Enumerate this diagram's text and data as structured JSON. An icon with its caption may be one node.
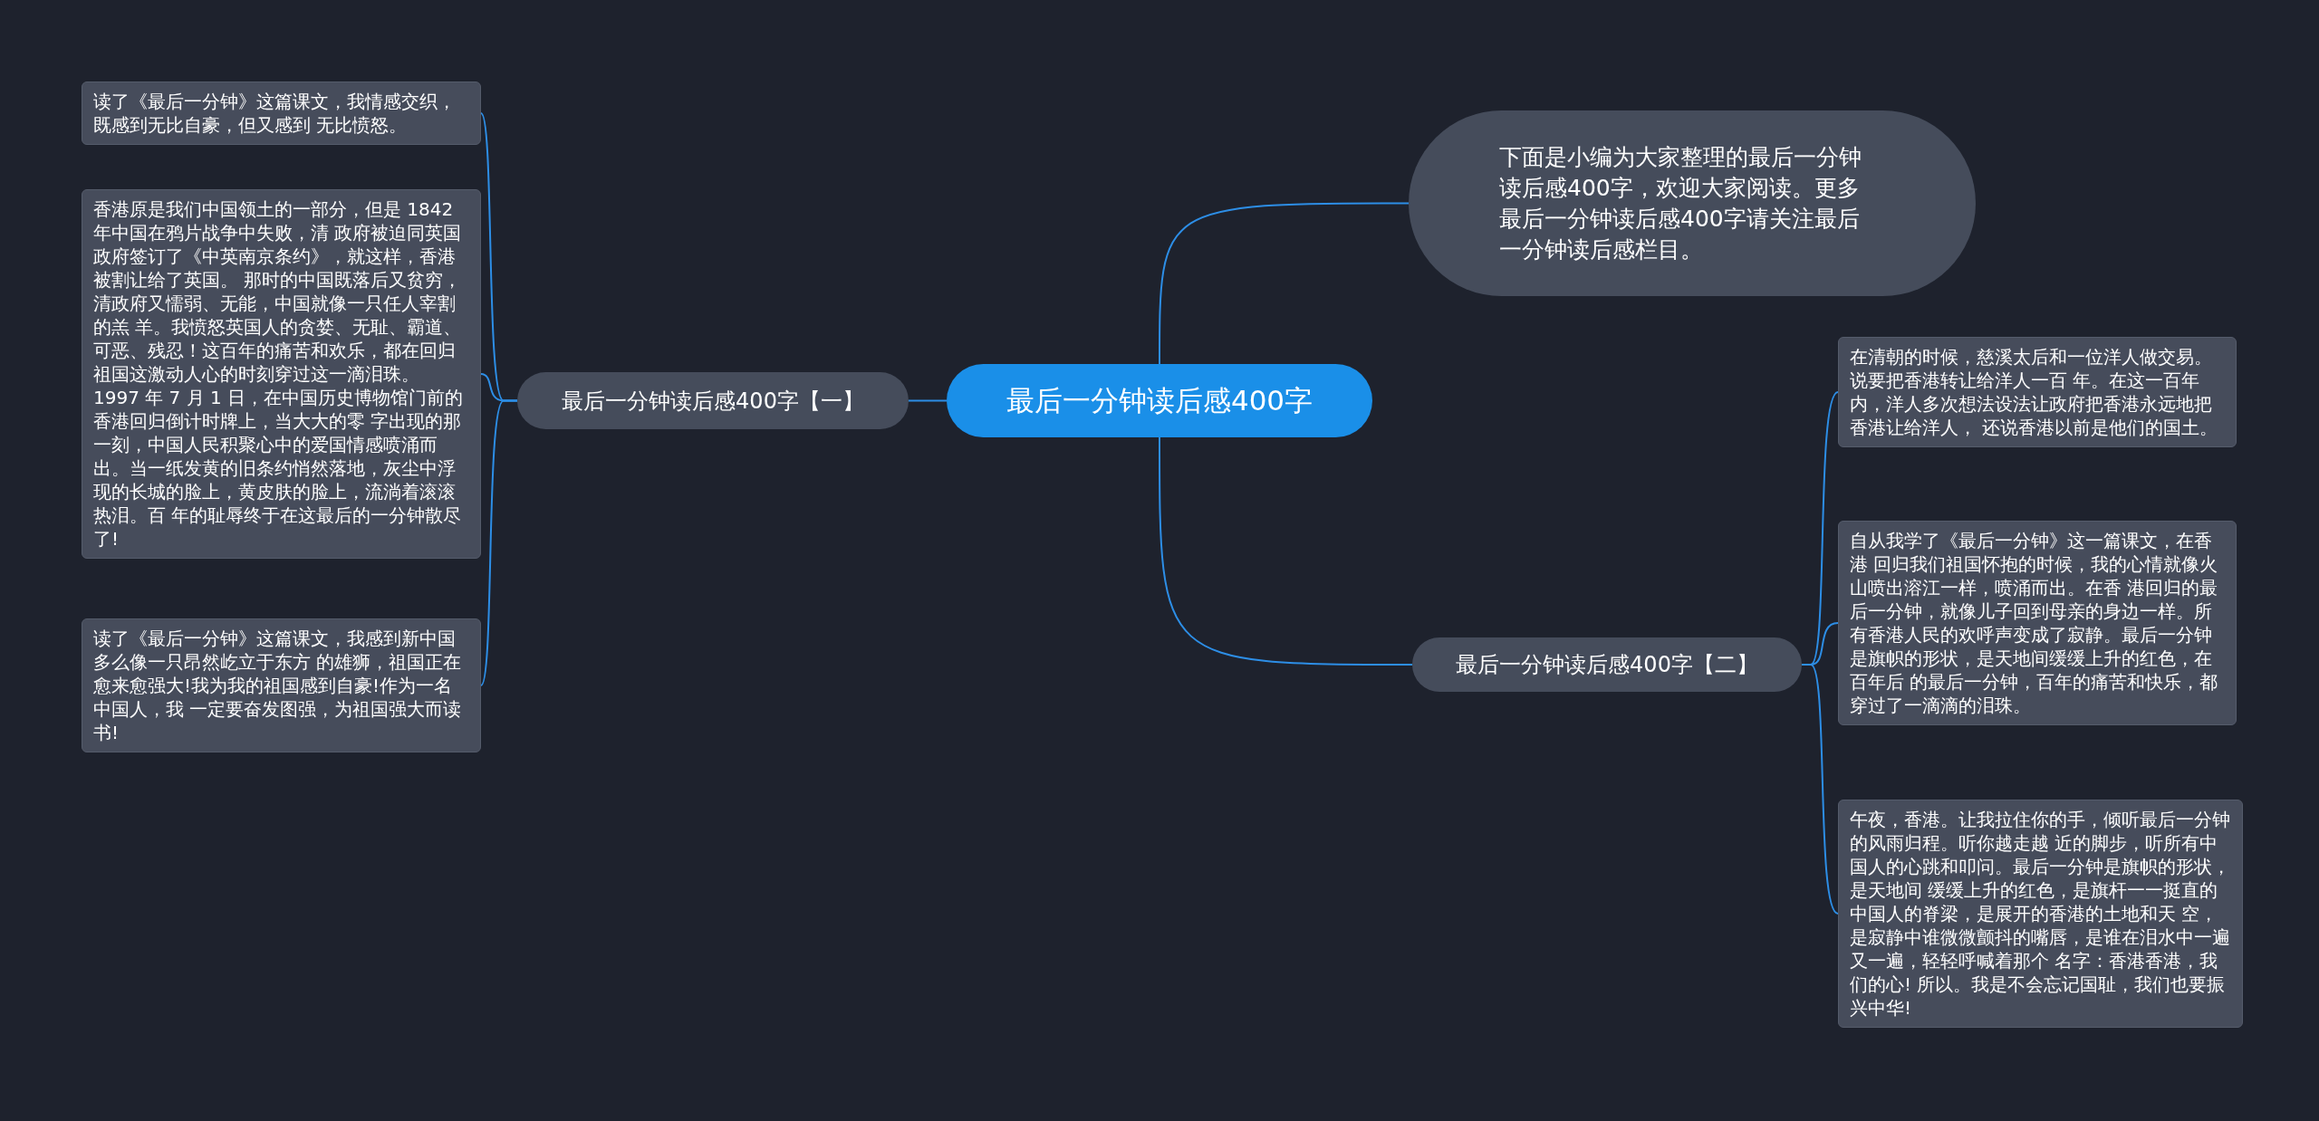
{
  "diagram": {
    "nodes": [
      {
        "text": [
          "最后一分钟读后感400字"
        ]
      },
      {
        "text": [
          "下面是小编为大家整理的最后一分钟读后感400字，欢迎大家阅读。更多最后一分钟读后感400字请关注最后一分钟读后感栏目。"
        ]
      },
      {
        "text": [
          "最后一分钟读后感400字【一】"
        ]
      },
      {
        "text": [
          "读了《最后一分钟》这篇课文，我情感交织，既感到无比自豪，但又感到 无比愤怒。"
        ]
      },
      {
        "text": [
          "香港原是我们中国领土的一部分，但是 1842 年中国在鸦片战争中失败，清 政府被迫同英国政府签订了《中英南京条约》，就这样，香港被割让给了英国。  那时的中国既落后又贫穷，清政府又懦弱、无能，中国就像一只任人宰割的羔 羊。我愤怒英国人的贪婪、无耻、霸道、可恶、残忍！这百年的痛苦和欢乐，都在回归祖国这激动人心的时刻穿过这一滴泪珠。 1997 年 7 月 1  日，在中国历史博物馆门前的香港回归倒计时牌上，当大大的零 字出现的那一刻，中国人民积聚心中的爱国情感喷涌而出。当一纸发黄的旧条约悄然落地，灰尘中浮现的长城的脸上，黄皮肤的脸上，流淌着滚滚热泪。百 年的耻辱终于在这最后的一分钟散尽了!"
        ]
      },
      {
        "text": [
          "读了《最后一分钟》这篇课文，我感到新中国多么像一只昂然屹立于东方 的雄狮，祖国正在愈来愈强大!我为我的祖国感到自豪!作为一名中国人，我  一定要奋发图强，为祖国强大而读书!"
        ]
      },
      {
        "text": [
          "最后一分钟读后感400字【二】"
        ]
      },
      {
        "text": [
          "在清朝的时候，慈溪太后和一位洋人做交易。说要把香港转让给洋人一百 年。在这一百年内，洋人多次想法设法让政府把香港永远地把香港让给洋人，   还说香港以前是他们的国土。"
        ]
      },
      {
        "text": [
          "自从我学了《最后一分钟》这一篇课文，在香港 回归我们祖国怀抱的时候，我的心情就像火山喷出溶江一样，喷涌而出。在香  港回归的最后一分钟，就像儿子回到母亲的身边一样。所有香港人民的欢呼声变成了寂静。最后一分钟是旗帜的形状，是天地间缓缓上升的红色，在百年后 的最后一分钟，百年的痛苦和快乐，都穿过了一滴滴的泪珠。"
        ]
      },
      {
        "text": [
          "午夜，香港。让我拉住你的手，倾听最后一分钟的风雨归程。听你越走越 近的脚步，听所有中国人的心跳和叩问。最后一分钟是旗帜的形状，是天地间  缓缓上升的红色，是旗杆一一挺直的中国人的脊梁，是展开的香港的土地和天 空，是寂静中谁微微颤抖的嘴唇，是谁在泪水中一遍又一遍，轻轻呼喊着那个  名字：香港香港，我们的心! 所以。我是不会忘记国耻，我们也要振兴中华!"
        ]
      }
    ],
    "edges": [
      {
        "from": 0,
        "to": 1,
        "arrow": "none"
      },
      {
        "from": 0,
        "to": 2,
        "arrow": "none"
      },
      {
        "from": 0,
        "to": 6,
        "arrow": "none"
      },
      {
        "from": 2,
        "to": 3,
        "arrow": "none"
      },
      {
        "from": 2,
        "to": 4,
        "arrow": "none"
      },
      {
        "from": 2,
        "to": 5,
        "arrow": "none"
      },
      {
        "from": 6,
        "to": 7,
        "arrow": "none"
      },
      {
        "from": 6,
        "to": 8,
        "arrow": "none"
      },
      {
        "from": 6,
        "to": 9,
        "arrow": "none"
      }
    ]
  }
}
